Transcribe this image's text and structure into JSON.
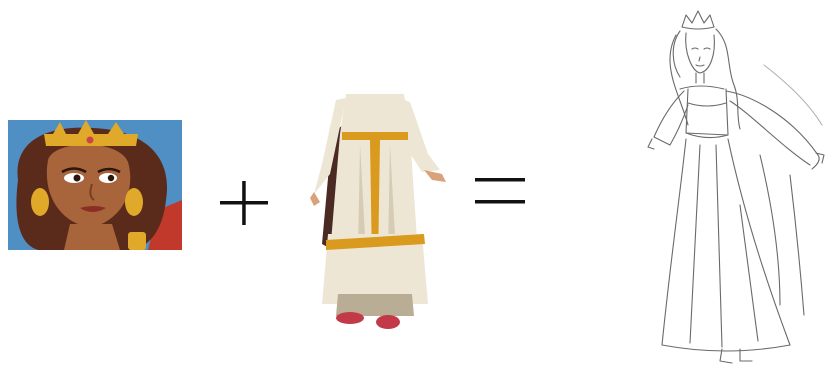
{
  "composition": {
    "items": [
      {
        "kind": "image",
        "subject": "crowned-woman-portrait-icon"
      },
      {
        "kind": "operator",
        "symbol": "plus-icon"
      },
      {
        "kind": "image",
        "subject": "robed-woman-3d-figure-icon"
      },
      {
        "kind": "operator",
        "symbol": "equals-icon"
      },
      {
        "kind": "image",
        "subject": "pencil-sketch-princess-icon"
      }
    ],
    "colors": {
      "background": "#ffffff",
      "portrait_sky": "#4f8fc4",
      "portrait_skin": "#a8643a",
      "portrait_hair": "#5a2a1a",
      "gold": "#e0a92a",
      "robe": "#ede6d4",
      "robe_shadow": "#b9ad95",
      "belt": "#d99a1e",
      "dark_lining": "#4a2a22",
      "shoes": "#c23a4a",
      "sketch_line": "#6a6a6a",
      "operator": "#111111"
    }
  }
}
